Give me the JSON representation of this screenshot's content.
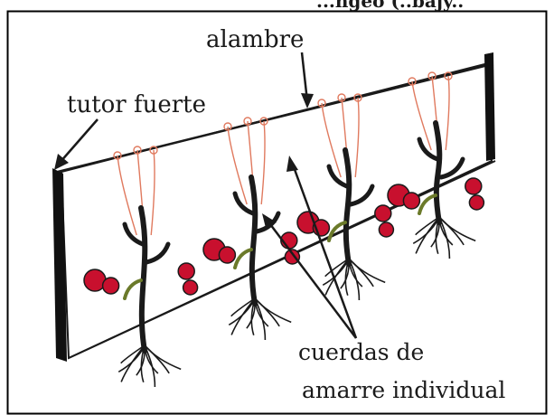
{
  "labels": {
    "top_cut": "...ngeo (..bajy..",
    "wire": "alambre",
    "stake": "tutor fuerte",
    "strings_line1": "cuerdas de",
    "strings_line2": "amarre individual"
  },
  "colors": {
    "ink": "#1a1a1a",
    "string": "#e07a5f",
    "fruit": "#c8102e",
    "leaf_hint": "#6b7a2a"
  },
  "plants": 4
}
